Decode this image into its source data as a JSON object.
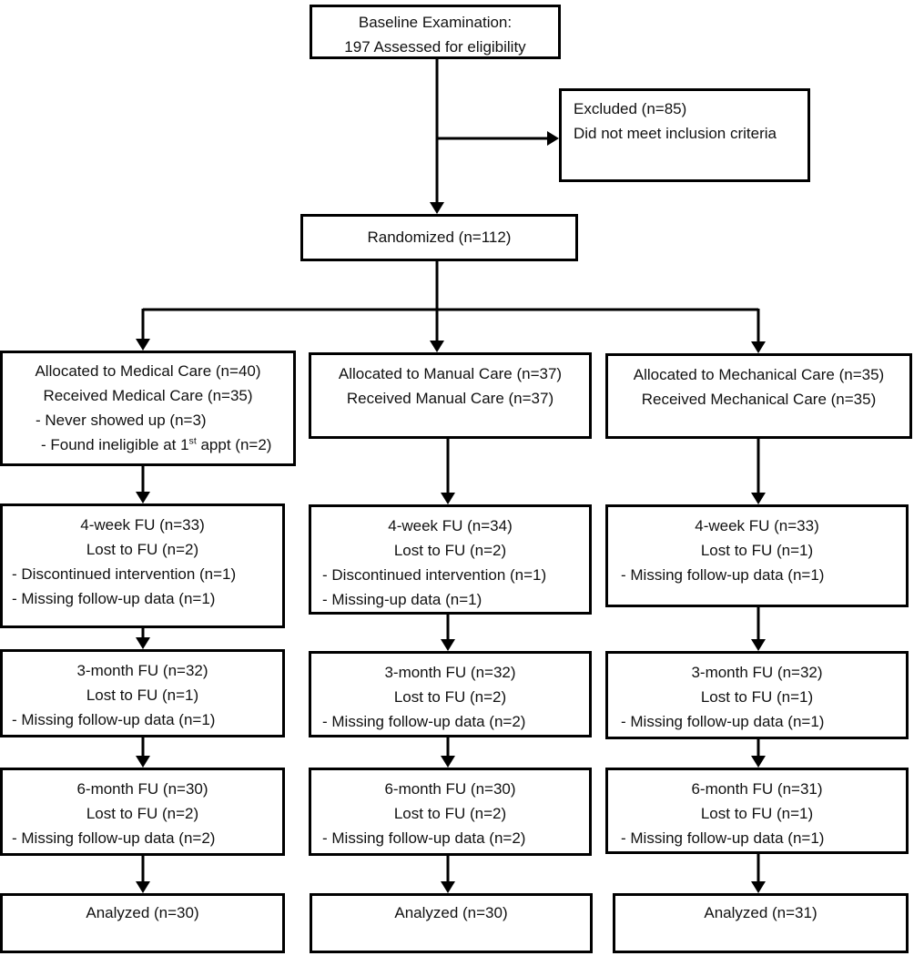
{
  "diagram": {
    "title_semantic": "CONSORT participant flow diagram",
    "colors": {
      "line": "#000000",
      "background": "#ffffff",
      "text": "#111111"
    },
    "baseline": {
      "line1": "Baseline Examination:",
      "line2": "197 Assessed for eligibility"
    },
    "excluded": {
      "line1": "Excluded (n=85)",
      "line2": "Did not meet inclusion criteria"
    },
    "randomized": {
      "label": "Randomized (n=112)"
    },
    "columns": [
      {
        "name": "Medical Care",
        "allocation": {
          "line1": "Allocated to Medical Care (n=40)",
          "line2": "Received Medical Care (n=35)",
          "bullet1": "- Never showed up (n=3)",
          "bullet2_pre": "- Found ineligible at 1",
          "bullet2_sup": "st",
          "bullet2_post": " appt (n=2)"
        },
        "fu4": {
          "line1": "4-week FU (n=33)",
          "line2": "Lost to FU (n=2)",
          "bullets": [
            "- Discontinued intervention (n=1)",
            "- Missing follow-up data (n=1)"
          ]
        },
        "fu3": {
          "line1": "3-month FU (n=32)",
          "line2": "Lost to FU (n=1)",
          "bullets": [
            "- Missing follow-up data (n=1)"
          ]
        },
        "fu6": {
          "line1": "6-month FU (n=30)",
          "line2": "Lost to FU (n=2)",
          "bullets": [
            "- Missing follow-up data (n=2)"
          ]
        },
        "analyzed": {
          "label": "Analyzed (n=30)"
        }
      },
      {
        "name": "Manual Care",
        "allocation": {
          "line1": "Allocated to Manual Care (n=37)",
          "line2": "Received Manual Care (n=37)"
        },
        "fu4": {
          "line1": "4-week FU (n=34)",
          "line2": "Lost to FU (n=2)",
          "bullets": [
            "- Discontinued intervention (n=1)",
            "- Missing-up data (n=1)"
          ]
        },
        "fu3": {
          "line1": "3-month FU (n=32)",
          "line2": "Lost to FU (n=2)",
          "bullets": [
            "- Missing follow-up data (n=2)"
          ]
        },
        "fu6": {
          "line1": "6-month FU (n=30)",
          "line2": "Lost to FU (n=2)",
          "bullets": [
            "- Missing follow-up data (n=2)"
          ]
        },
        "analyzed": {
          "label": "Analyzed (n=30)"
        }
      },
      {
        "name": "Mechanical Care",
        "allocation": {
          "line1": "Allocated to Mechanical Care (n=35)",
          "line2": "Received Mechanical Care (n=35)"
        },
        "fu4": {
          "line1": "4-week FU (n=33)",
          "line2": "Lost to FU (n=1)",
          "bullets": [
            "- Missing follow-up data (n=1)"
          ]
        },
        "fu3": {
          "line1": "3-month FU (n=32)",
          "line2": "Lost to FU (n=1)",
          "bullets": [
            "- Missing follow-up data (n=1)"
          ]
        },
        "fu6": {
          "line1": "6-month FU (n=31)",
          "line2": "Lost to FU (n=1)",
          "bullets": [
            "- Missing follow-up data (n=1)"
          ]
        },
        "analyzed": {
          "label": "Analyzed (n=31)"
        }
      }
    ]
  }
}
